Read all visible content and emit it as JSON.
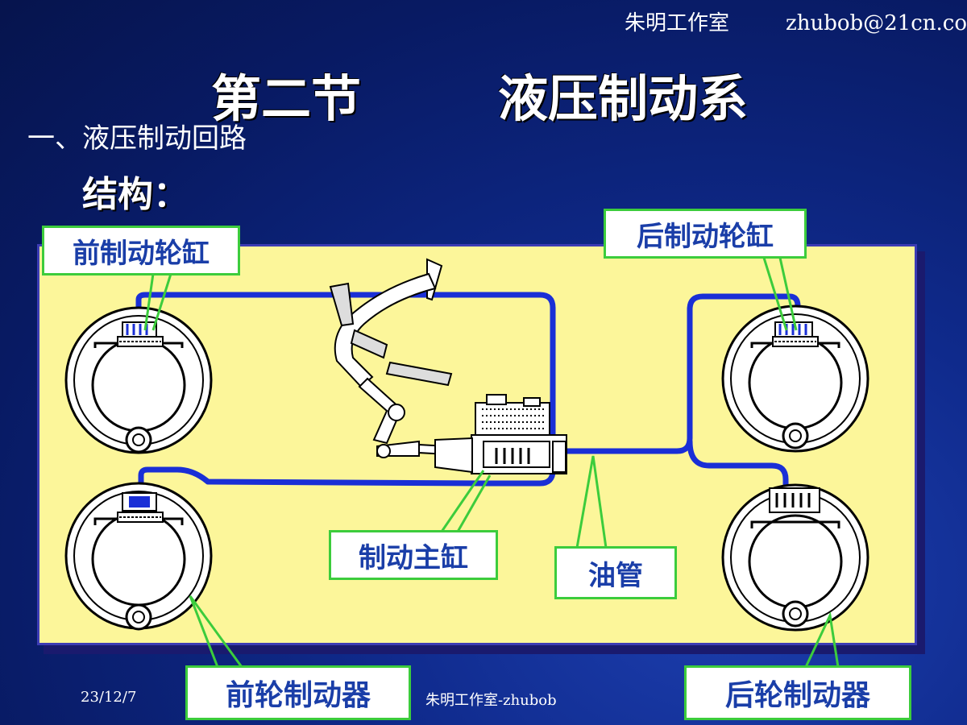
{
  "header": {
    "studio": "朱明工作室",
    "email": "zhubob@21cn.co"
  },
  "title": {
    "section": "第二节",
    "topic": "液压制动系"
  },
  "section_heading": "一、液压制动回路",
  "structure_label": "结构：",
  "callouts": {
    "front_wheel_cylinder": "前制动轮缸",
    "rear_wheel_cylinder": "后制动轮缸",
    "master_cylinder": "制动主缸",
    "oil_pipe": "油管",
    "front_brake": "前轮制动器",
    "rear_brake": "后轮制动器"
  },
  "footer": {
    "date": "23/12/7",
    "credit": "朱明工作室-zhubob"
  },
  "colors": {
    "background": "#0f2a8c",
    "panel": "#fcf69a",
    "pipe": "#1a2fd6",
    "callout_border": "#3ccc3c",
    "callout_text": "#1a3ea8"
  }
}
